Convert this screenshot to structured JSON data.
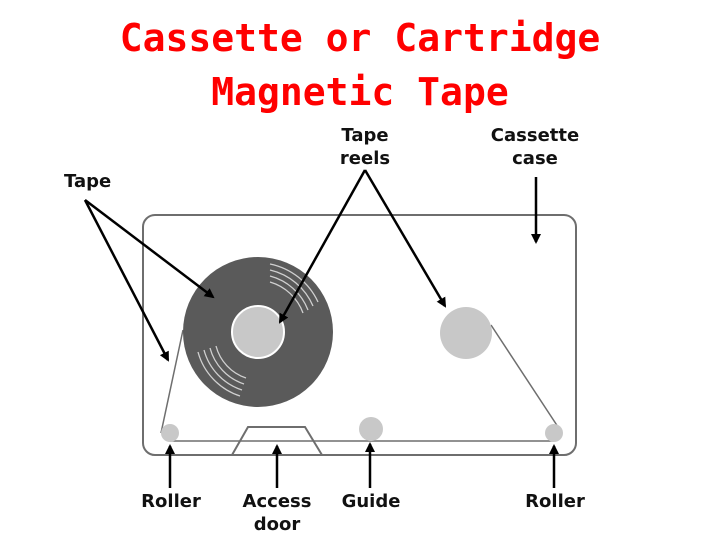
{
  "title": {
    "line1": "Cassette or Cartridge",
    "line2": "Magnetic Tape"
  },
  "labels": {
    "tape": "Tape",
    "tape_reels_line1": "Tape",
    "tape_reels_line2": "reels",
    "cassette_case_line1": "Cassette",
    "cassette_case_line2": "case",
    "roller_left": "Roller",
    "access_door_line1": "Access",
    "access_door_line2": "door",
    "guide": "Guide",
    "roller_right": "Roller"
  },
  "colors": {
    "title": "#ff0000",
    "reel_full": "#5a5a5a",
    "reel_hub": "#c8c8c8",
    "case_outline": "#6e6e6e",
    "arrow": "#000000"
  }
}
